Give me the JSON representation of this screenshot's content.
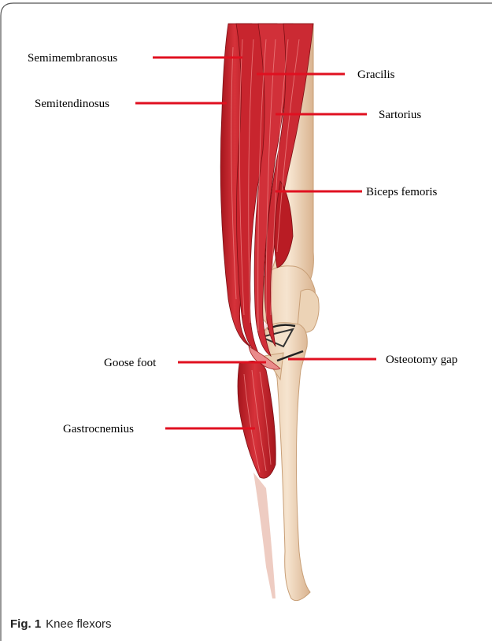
{
  "figure": {
    "number": "Fig. 1",
    "caption": "Knee flexors"
  },
  "labels": {
    "semimembranosus": "Semimembranosus",
    "semitendinosus": "Semitendinosus",
    "gracilis": "Gracilis",
    "sartorius": "Sartorius",
    "biceps_femoris": "Biceps femoris",
    "goose_foot": "Goose foot",
    "osteotomy_gap": "Osteotomy gap",
    "gastrocnemius": "Gastrocnemius"
  },
  "colors": {
    "muscle": "#c4202a",
    "muscle_dark": "#8e1217",
    "bone": "#f2dcc4",
    "bone_shade": "#d9b38f",
    "leader_line": "#e01020",
    "frame": "#555555"
  }
}
